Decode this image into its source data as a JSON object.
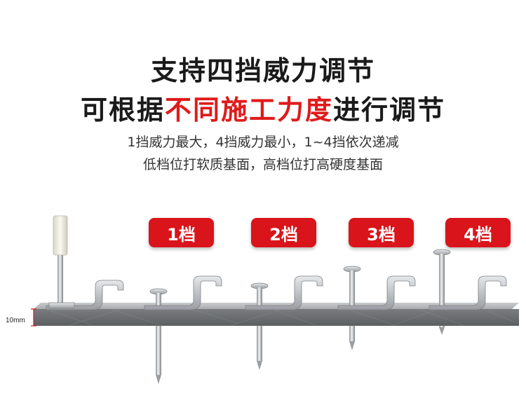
{
  "header": {
    "line1": "支持四挡威力调节",
    "line2_prefix": "可根据",
    "line2_highlight": "不同施工力度",
    "line2_suffix": "进行调节"
  },
  "description": {
    "line1": "1挡威力最大，4挡威力最小，1~4挡依次递减",
    "line2": "低档位打软质基面，高档位打高硬度基面"
  },
  "badges": [
    "1档",
    "2档",
    "3档",
    "4档"
  ],
  "scale_label": "10mm",
  "levels": [
    {
      "label": "1档",
      "penetration": 1.0
    },
    {
      "label": "2档",
      "penetration": 0.72
    },
    {
      "label": "3档",
      "penetration": 0.42
    },
    {
      "label": "4档",
      "penetration": 0.22
    }
  ],
  "colors": {
    "highlight": "#e01b1b",
    "badge": "#d9141b",
    "slab": "#6a6d70"
  }
}
